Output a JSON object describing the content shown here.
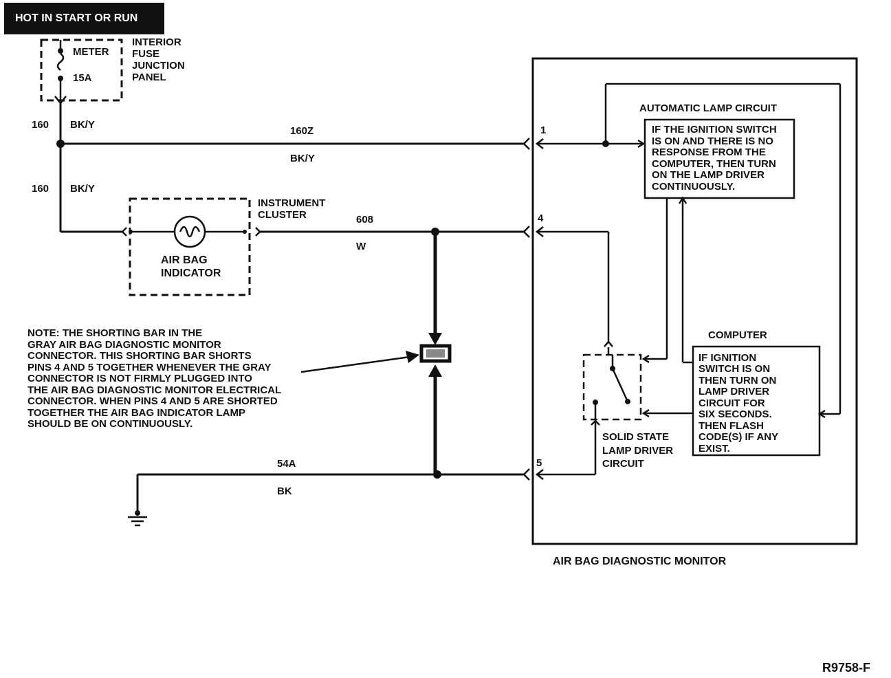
{
  "header": {
    "banner": "HOT IN START OR RUN"
  },
  "fuse_panel": {
    "fuse_name": "METER",
    "fuse_rating": "15A",
    "panel_label": [
      "INTERIOR",
      "FUSE",
      "JUNCTION",
      "PANEL"
    ]
  },
  "wires": {
    "w160_a_circuit": "160",
    "w160_a_color": "BK/Y",
    "w160_b_circuit": "160",
    "w160_b_color": "BK/Y",
    "w160z_circuit": "160Z",
    "w160z_color": "BK/Y",
    "w608_circuit": "608",
    "w608_color": "W",
    "w54a_circuit": "54A",
    "w54a_color": "BK"
  },
  "instrument_cluster": {
    "title": [
      "INSTRUMENT",
      "CLUSTER"
    ],
    "lamp_label": [
      "AIR BAG",
      "INDICATOR"
    ]
  },
  "note": {
    "lines": [
      "NOTE:  THE SHORTING BAR IN THE",
      "GRAY AIR BAG DIAGNOSTIC MONITOR",
      "CONNECTOR. THIS SHORTING BAR SHORTS",
      "PINS 4 AND 5 TOGETHER WHENEVER THE GRAY",
      "CONNECTOR IS NOT FIRMLY PLUGGED INTO",
      "THE AIR BAG DIAGNOSTIC MONITOR ELECTRICAL",
      "CONNECTOR. WHEN PINS 4 AND 5 ARE SHORTED",
      "TOGETHER THE AIR BAG INDICATOR LAMP",
      "SHOULD BE ON CONTINUOUSLY."
    ]
  },
  "monitor": {
    "title": "AIR BAG DIAGNOSTIC MONITOR",
    "pins": {
      "pin1": "1",
      "pin4": "4",
      "pin5": "5"
    },
    "auto_lamp": {
      "title": "AUTOMATIC LAMP CIRCUIT",
      "lines": [
        "IF THE IGNITION SWITCH",
        "IS ON AND THERE IS NO",
        "RESPONSE FROM THE",
        "COMPUTER, THEN TURN",
        "ON THE LAMP DRIVER",
        "CONTINUOUSLY."
      ]
    },
    "computer": {
      "title": "COMPUTER",
      "lines": [
        "IF IGNITION",
        "SWITCH IS ON",
        "THEN TURN ON",
        "LAMP DRIVER",
        "CIRCUIT FOR",
        "SIX SECONDS.",
        "THEN FLASH",
        "CODE(S) IF ANY",
        "EXIST."
      ]
    },
    "lamp_driver": {
      "lines": [
        "SOLID STATE",
        "LAMP DRIVER",
        "CIRCUIT"
      ]
    }
  },
  "figure_id": "R9758-F"
}
